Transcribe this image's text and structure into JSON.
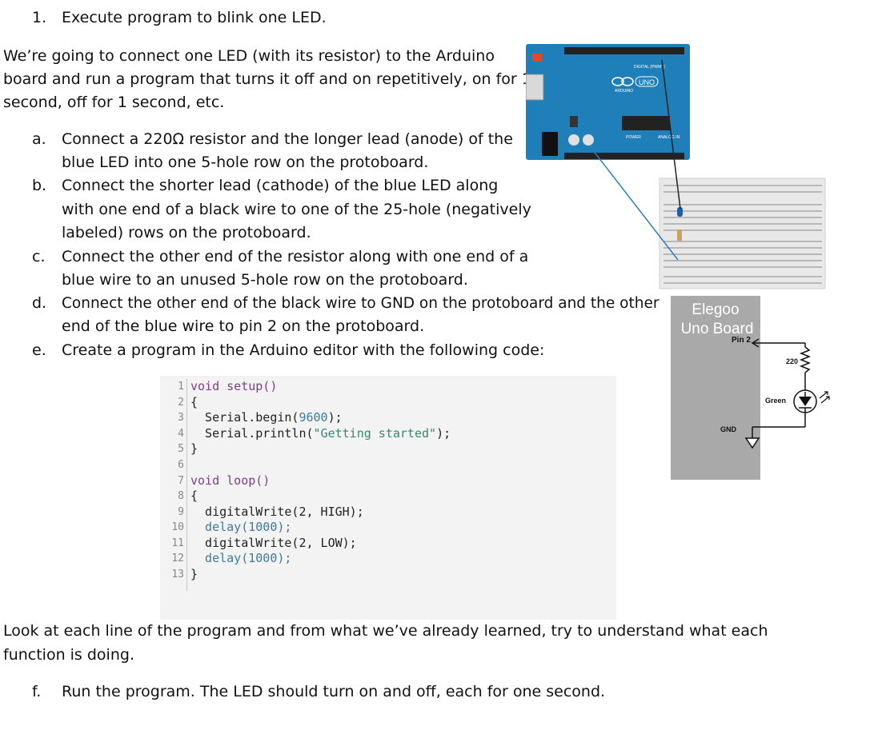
{
  "heading": {
    "number": "1.",
    "text": "Execute program to blink one LED."
  },
  "intro": [
    "We’re going to connect one LED (with its resistor) to the Arduino",
    "board and run a program that turns it off and on repetitively, on for 1",
    "second, off for 1 second, etc."
  ],
  "steps": [
    {
      "marker": "a.",
      "lines": [
        "Connect a 220Ω resistor and the longer lead (anode) of the",
        "blue LED into one 5-hole row on the protoboard."
      ]
    },
    {
      "marker": "b.",
      "lines": [
        "Connect the shorter lead (cathode) of the blue LED along",
        "with one end of a black wire to one of the 25-hole (negatively",
        "labeled) rows on the protoboard."
      ]
    },
    {
      "marker": "c.",
      "lines": [
        "Connect the other end of the resistor along with one end of a",
        "blue wire to an unused 5-hole row on the protoboard."
      ]
    },
    {
      "marker": "d.",
      "lines": [
        "Connect the other end of the black wire to GND on the protoboard and the other",
        "end of the blue wire to pin 2 on the protoboard."
      ]
    },
    {
      "marker": "e.",
      "lines": [
        "Create a program in the Arduino editor with the following code:"
      ]
    }
  ],
  "code": {
    "line_numbers": [
      "1",
      "2",
      "3",
      "4",
      "5",
      "6",
      "7",
      "8",
      "9",
      "10",
      "11",
      "12",
      "13"
    ],
    "lines": [
      "void setup()",
      "{",
      "  Serial.begin(9600);",
      "  Serial.println(\"Getting started\");",
      "}",
      "",
      "void loop()",
      "{",
      "  digitalWrite(2, HIGH);",
      "  delay(1000);",
      "  digitalWrite(2, LOW);",
      "  delay(1000);",
      "}"
    ]
  },
  "after_code": [
    "Look at each line of the program and from what we’ve already learned, try to understand what each",
    "function is doing."
  ],
  "final_step": {
    "marker": "f.",
    "text": "Run the program. The LED should turn on and off, each for one second."
  },
  "board_image": {
    "labels": {
      "digital": "DIGITAL (PWM~)",
      "uno": "UNO",
      "arduino": "ARDUINO",
      "power": "POWER",
      "analog": "ANALOG IN"
    }
  },
  "schematic": {
    "board_title_1": "Elegoo",
    "board_title_2": "Uno Board",
    "pin_label": "Pin 2",
    "resistor_label": "220",
    "led_label": "Green",
    "gnd_label": "GND",
    "colors": {
      "board_fill": "#a9a9a9",
      "board_text": "#ffffff"
    }
  },
  "colors": {
    "code_bg": "#f3f3f3",
    "keyword": "#7b3f8a",
    "string": "#2f8a6f",
    "number": "#3c7a9c",
    "arduino_blue": "#1f7fb8"
  }
}
